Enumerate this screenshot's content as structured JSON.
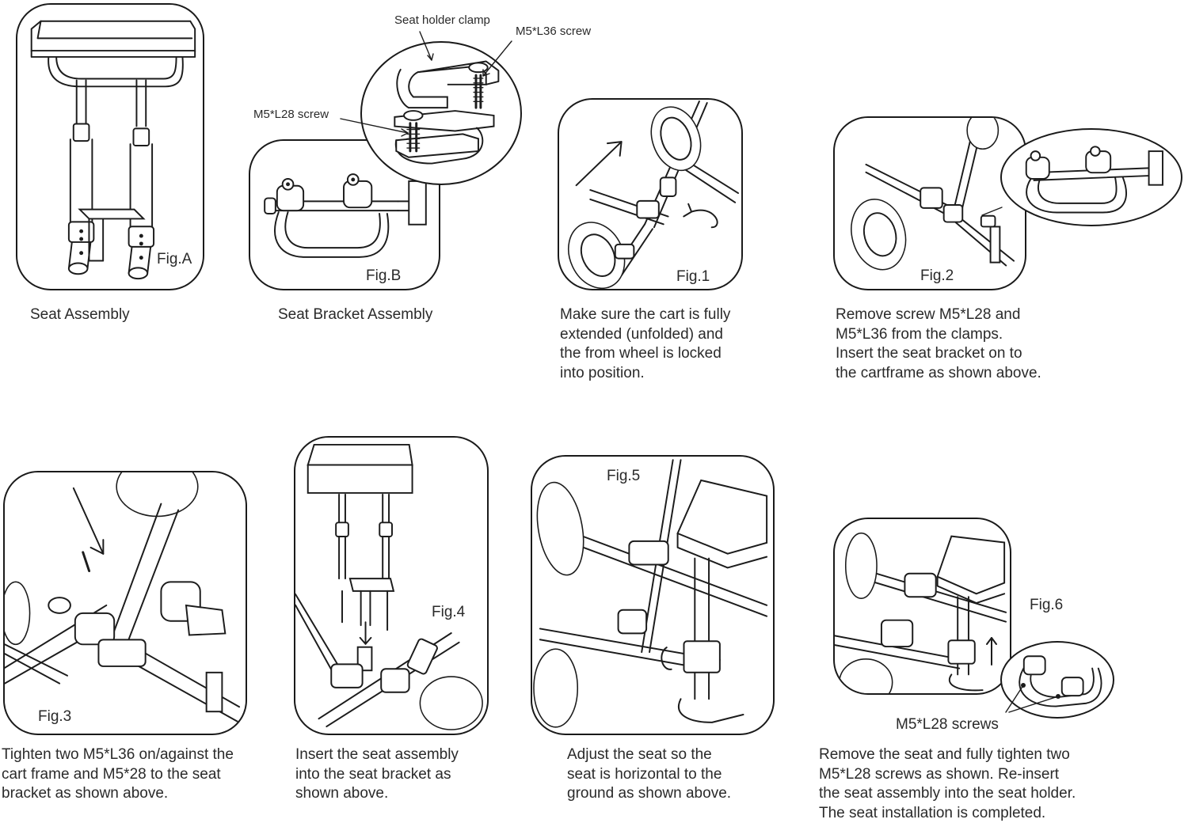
{
  "figures": {
    "figA": {
      "label": "Fig.A",
      "caption": "Seat Assembly"
    },
    "figB": {
      "label": "Fig.B",
      "caption": "Seat Bracket Assembly"
    },
    "fig1": {
      "label": "Fig.1",
      "caption": "Make sure the cart is fully\nextended (unfolded) and\nthe from wheel is locked\ninto position."
    },
    "fig2": {
      "label": "Fig.2",
      "caption": "Remove screw M5*L28 and\nM5*L36 from the clamps.\nInsert the seat bracket on to\nthe cartframe as shown above."
    },
    "fig3": {
      "label": "Fig.3",
      "caption": "Tighten two M5*L36 on/against the\ncart frame and M5*28 to the seat\nbracket as shown above."
    },
    "fig4": {
      "label": "Fig.4",
      "caption": "Insert the seat assembly\ninto the seat bracket as\nshown above."
    },
    "fig5": {
      "label": "Fig.5",
      "caption": "Adjust the seat so the\nseat is horizontal to the\nground as shown above."
    },
    "fig6": {
      "label": "Fig.6",
      "caption": "Remove the seat and fully tighten two\nM5*L28 screws as shown. Re-insert\nthe seat assembly into the seat holder.\nThe seat installation is completed."
    }
  },
  "callouts": {
    "seat_holder_clamp": "Seat holder clamp",
    "m5_l36_screw": "M5*L36 screw",
    "m5_l28_screw": "M5*L28 screw",
    "m5_l28_screws": "M5*L28 screws"
  }
}
